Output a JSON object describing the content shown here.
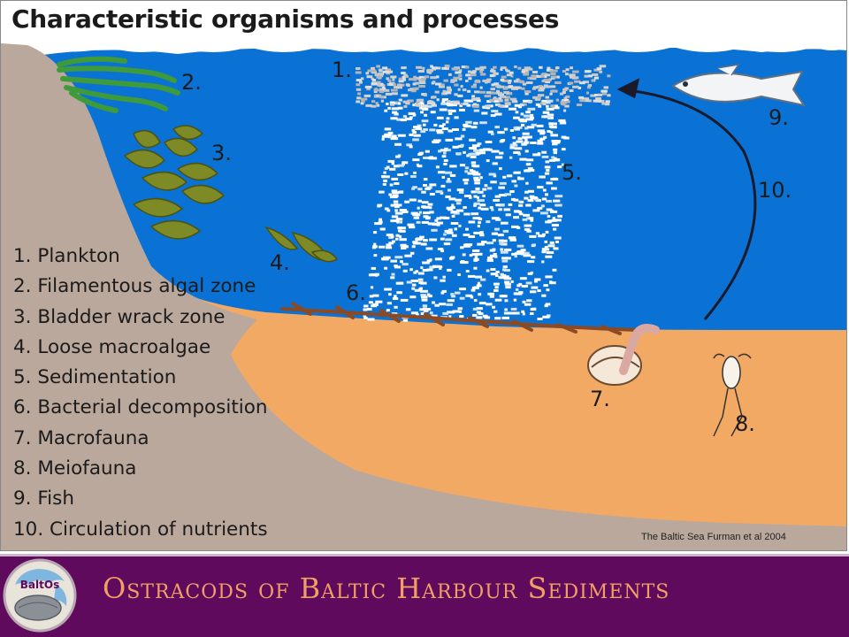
{
  "diagram": {
    "title": "Characteristic organisms and processes",
    "numbers": [
      "1.",
      "2.",
      "3.",
      "4.",
      "5.",
      "6.",
      "7.",
      "8.",
      "9.",
      "10."
    ],
    "legend": [
      "1. Plankton",
      "2. Filamentous algal zone",
      "3. Bladder wrack zone",
      "4. Loose macroalgae",
      "5. Sedimentation",
      "6. Bacterial decomposition",
      "7. Macrofauna",
      "8. Meiofauna",
      "9. Fish",
      "10. Circulation of nutrients"
    ],
    "credit": "The Baltic Sea Furman et al 2004",
    "colors": {
      "water": "#0a72d4",
      "sediment": "#f2a964",
      "slope": "#bba89c",
      "algae": "#3e9a3a",
      "wrack": "#7d8a25",
      "bacteria": "#8a4a24"
    }
  },
  "footer": {
    "title": "Ostracods of Baltic Harbour Sediments",
    "logo_text": "BaltOs",
    "colors": {
      "bar": "#5f0a5d",
      "title": "#f0a064"
    }
  }
}
